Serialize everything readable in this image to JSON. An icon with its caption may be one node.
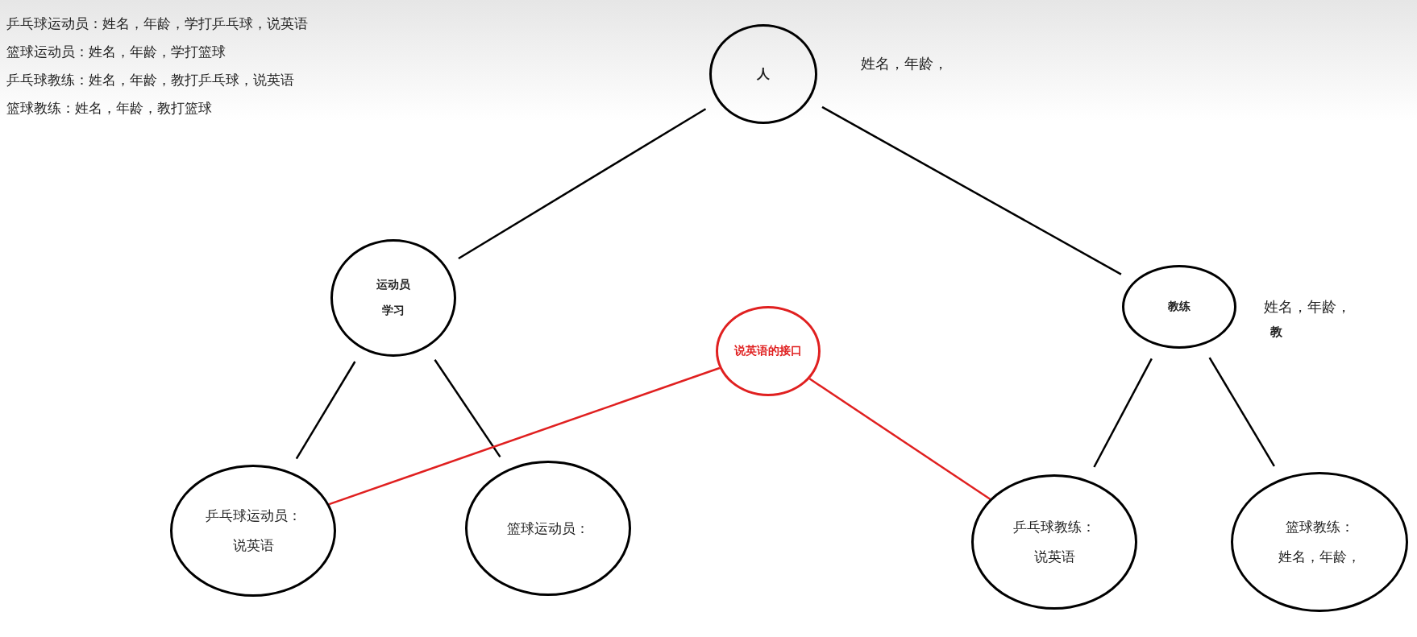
{
  "diagram": {
    "nodes": [
      {
        "text": [
          "人"
        ],
        "beside": [
          "姓名，年龄，"
        ]
      },
      {
        "text": [
          "运动员",
          "学习"
        ]
      },
      {
        "text": [
          "说英语的接口"
        ]
      },
      {
        "text": [
          "教练"
        ],
        "beside": [
          "姓名，年龄，",
          "教"
        ]
      },
      {
        "text": [
          "乒乓球运动员：",
          "说英语"
        ]
      },
      {
        "text": [
          "篮球运动员："
        ]
      },
      {
        "text": [
          "乒乓球教练：",
          "说英语"
        ]
      },
      {
        "text": [
          "篮球教练：",
          "姓名，年龄，"
        ]
      }
    ],
    "edges": [
      {
        "from": 0,
        "to": 1,
        "arrow": "none"
      },
      {
        "from": 0,
        "to": 3,
        "arrow": "none"
      },
      {
        "from": 1,
        "to": 4,
        "arrow": "none"
      },
      {
        "from": 1,
        "to": 5,
        "arrow": "none"
      },
      {
        "from": 3,
        "to": 6,
        "arrow": "none"
      },
      {
        "from": 3,
        "to": 7,
        "arrow": "none"
      },
      {
        "from": 2,
        "to": 4,
        "arrow": "none",
        "color": "#e02020"
      },
      {
        "from": 2,
        "to": 6,
        "arrow": "none",
        "color": "#e02020"
      }
    ],
    "labels": [
      "乒乓球运动员：姓名，年龄，学打乒乓球，说英语",
      "篮球运动员：姓名，年龄，学打篮球",
      "乒乓球教练：姓名，年龄，教打乒乓球，说英语",
      "篮球教练：姓名，年龄，教打篮球"
    ]
  }
}
